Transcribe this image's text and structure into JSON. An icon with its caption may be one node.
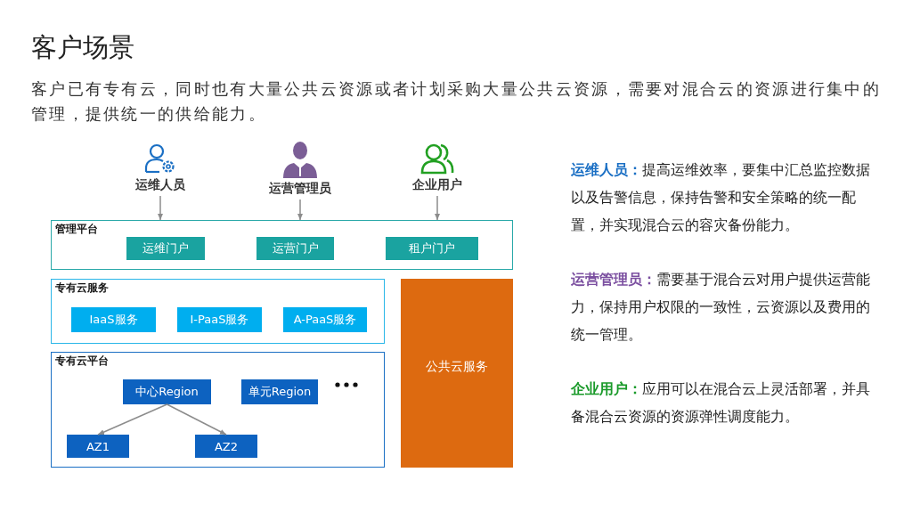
{
  "diagram": {
    "title": "客户场景",
    "nodes": [
      {
        "text": [
          "运维人员"
        ]
      },
      {
        "text": [
          "运营管理员"
        ]
      },
      {
        "text": [
          "企业用户"
        ]
      },
      {
        "text": [
          "管理平台"
        ]
      },
      {
        "text": [
          "运维门户"
        ],
        "in": 3
      },
      {
        "text": [
          "运营门户"
        ],
        "in": 3
      },
      {
        "text": [
          "租户门户"
        ],
        "in": 3
      },
      {
        "text": [
          "专有云服务"
        ]
      },
      {
        "text": [
          "IaaS服务"
        ],
        "in": 7
      },
      {
        "text": [
          "I-PaaS服务"
        ],
        "in": 7
      },
      {
        "text": [
          "A-PaaS服务"
        ],
        "in": 7
      },
      {
        "text": [
          "专有云平台"
        ]
      },
      {
        "text": [
          "中心Region"
        ],
        "in": 11
      },
      {
        "text": [
          "单元Region"
        ],
        "in": 11
      },
      {
        "text": [
          "AZ1"
        ],
        "in": 11
      },
      {
        "text": [
          "AZ2"
        ],
        "in": 11
      },
      {
        "text": [
          "公共云服务"
        ]
      }
    ],
    "edges": [
      {
        "from": 0,
        "to": 3,
        "arrow": "to"
      },
      {
        "from": 1,
        "to": 3,
        "arrow": "to"
      },
      {
        "from": 2,
        "to": 3,
        "arrow": "to"
      },
      {
        "from": 12,
        "to": 14,
        "arrow": "to"
      },
      {
        "from": 12,
        "to": 15,
        "arrow": "to"
      }
    ],
    "labels": [
      "客户已有专有云，同时也有大量公共云资源或者计划采购大量公共云资源，需要对混合云的资源进行集中的管理，提供统一的供给能力。",
      "**运维人员：**提高运维效率，要集中汇总监控数据以及告警信息，保持告警和安全策略的统一配置，并实现混合云的容灾备份能力。",
      "**运营管理员：**需要基于混合云对用户提供运营能力，保持用户权限的一致性，云资源以及费用的统一管理。",
      "**企业用户：**应用可以在混合云上灵活部署，并具备混合云资源的资源弹性调度能力。"
    ]
  }
}
